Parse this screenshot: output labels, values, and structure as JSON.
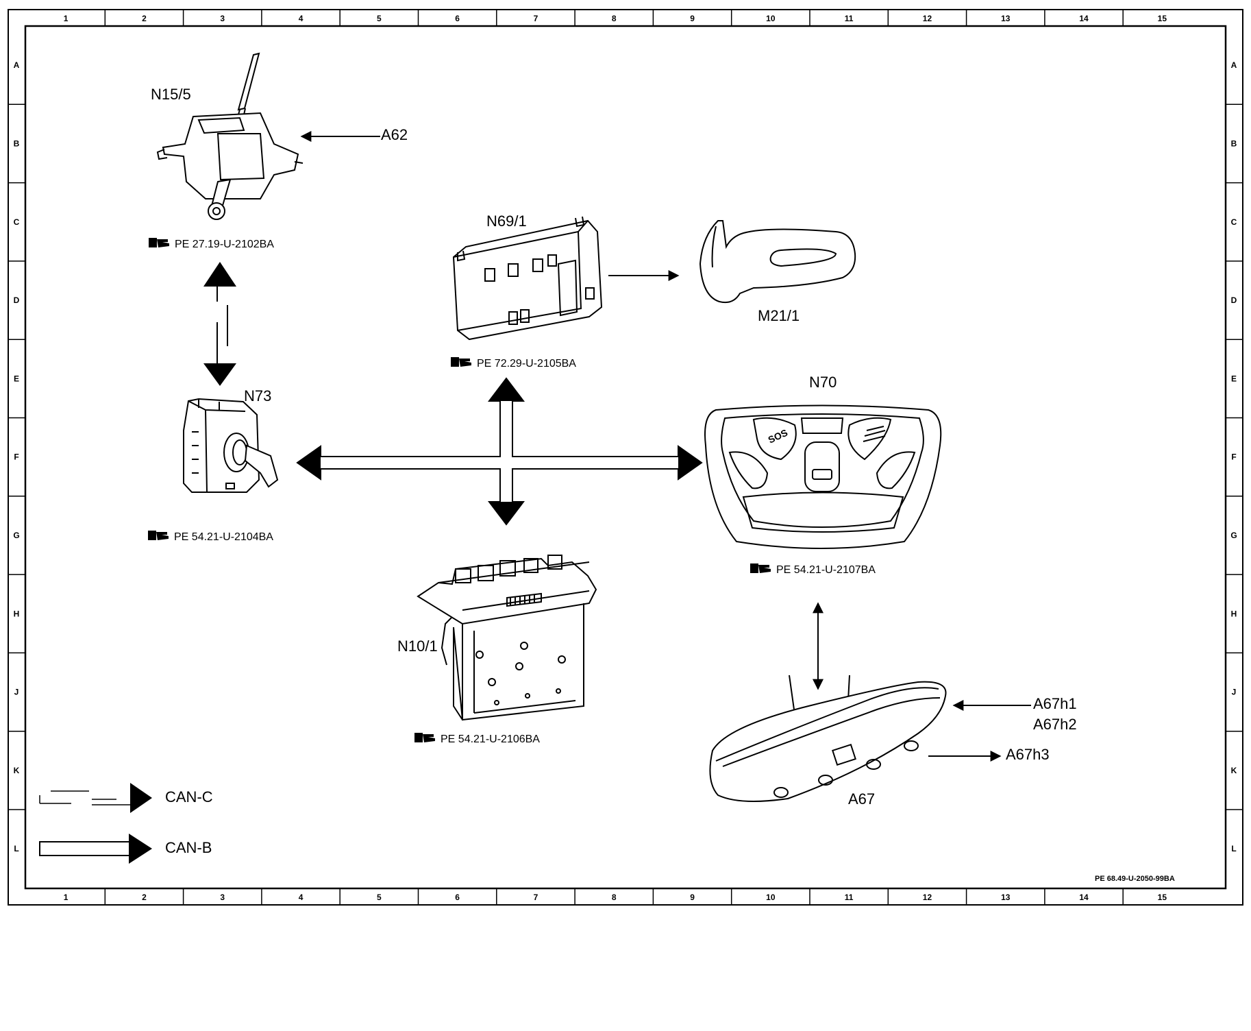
{
  "grid": {
    "columns": [
      "1",
      "2",
      "3",
      "4",
      "5",
      "6",
      "7",
      "8",
      "9",
      "10",
      "11",
      "12",
      "13",
      "14",
      "15"
    ],
    "rows": [
      "A",
      "B",
      "C",
      "D",
      "E",
      "F",
      "G",
      "H",
      "J",
      "K",
      "L"
    ]
  },
  "components": {
    "N15_5": {
      "label": "N15/5",
      "ref": "PE 27.19-U-2102BA"
    },
    "A62": {
      "label": "A62"
    },
    "N69_1": {
      "label": "N69/1",
      "ref": "PE 72.29-U-2105BA"
    },
    "M21_1": {
      "label": "M21/1"
    },
    "N73": {
      "label": "N73",
      "ref": "PE 54.21-U-2104BA"
    },
    "N70": {
      "label": "N70",
      "ref": "PE 54.21-U-2107BA",
      "buttons": [
        "SOS"
      ]
    },
    "N10_1": {
      "label": "N10/1",
      "ref": "PE 54.21-U-2106BA"
    },
    "A67": {
      "label": "A67",
      "h1": "A67h1",
      "h2": "A67h2",
      "h3": "A67h3"
    }
  },
  "legend": {
    "can_c": "CAN-C",
    "can_b": "CAN-B"
  },
  "footer": {
    "doc_id": "PE 68.49-U-2050-99BA"
  }
}
